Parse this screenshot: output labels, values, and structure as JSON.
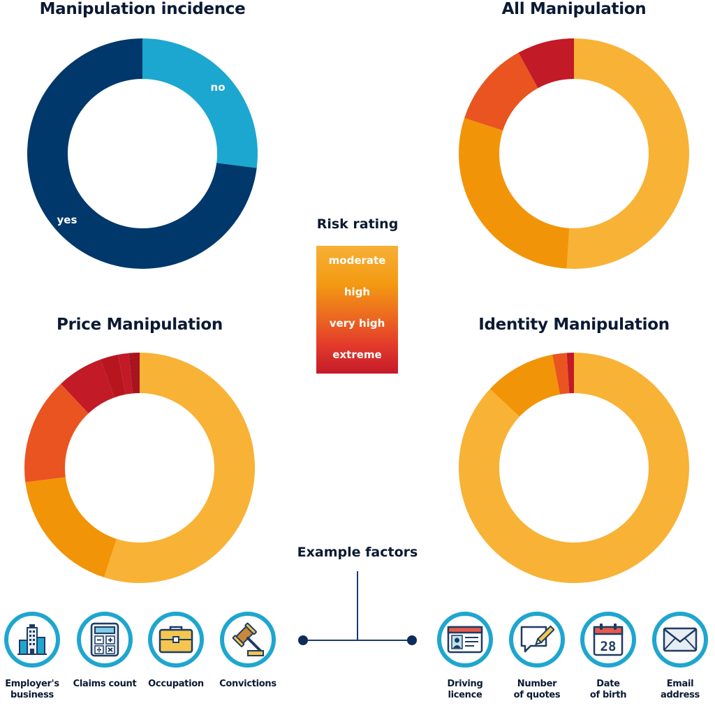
{
  "colors": {
    "navy": "#00386b",
    "cyan": "#1ca7d0",
    "moderate": "#f8b236",
    "high": "#f29408",
    "very_high": "#ea5420",
    "extreme": "#c21a26",
    "deep_red": "#a8141f",
    "icon_ring": "#1ea6cf"
  },
  "chart_data": [
    {
      "id": "incidence",
      "type": "pie",
      "title": "Manipulation incidence",
      "labels": [
        "no",
        "yes"
      ],
      "values": [
        27,
        73
      ],
      "colors": [
        "#1ca7d0",
        "#00386b"
      ],
      "show_labels": true
    },
    {
      "id": "all",
      "type": "pie",
      "title": "All Manipulation",
      "labels": [
        "moderate",
        "high",
        "very high",
        "extreme"
      ],
      "values": [
        51,
        29,
        12,
        8
      ],
      "colors": [
        "#f8b236",
        "#f29408",
        "#ea5420",
        "#c21a26"
      ],
      "show_labels": false
    },
    {
      "id": "price",
      "type": "pie",
      "title": "Price Manipulation",
      "labels": [
        "moderate",
        "high",
        "very high",
        "extreme",
        "extreme",
        "extreme",
        "extreme"
      ],
      "values": [
        55,
        18,
        15,
        6.5,
        2.5,
        1.5,
        1.5
      ],
      "colors": [
        "#f8b236",
        "#f29408",
        "#ea5420",
        "#c21a26",
        "#b8161f",
        "#c21a26",
        "#a8141f"
      ],
      "show_labels": false
    },
    {
      "id": "identity",
      "type": "pie",
      "title": "Identity Manipulation",
      "labels": [
        "moderate",
        "high",
        "very high",
        "extreme"
      ],
      "values": [
        87,
        10,
        2,
        1
      ],
      "colors": [
        "#f8b236",
        "#f29408",
        "#ea5420",
        "#c21a26"
      ],
      "show_labels": false
    }
  ],
  "risk_rating": {
    "title": "Risk rating",
    "levels": [
      "moderate",
      "high",
      "very high",
      "extreme"
    ]
  },
  "example_factors": {
    "title": "Example factors",
    "price": [
      {
        "icon": "building-icon",
        "label": "Employer's\nbusiness"
      },
      {
        "icon": "calculator-icon",
        "label": "Claims count"
      },
      {
        "icon": "briefcase-icon",
        "label": "Occupation"
      },
      {
        "icon": "gavel-icon",
        "label": "Convictions"
      }
    ],
    "identity": [
      {
        "icon": "id-card-icon",
        "label": "Driving\nlicence"
      },
      {
        "icon": "speech-bubble-pen-icon",
        "label": "Number\nof quotes"
      },
      {
        "icon": "calendar-icon",
        "label": "Date\nof birth",
        "calendar_day": "28"
      },
      {
        "icon": "envelope-icon",
        "label": "Email\naddress"
      }
    ]
  }
}
